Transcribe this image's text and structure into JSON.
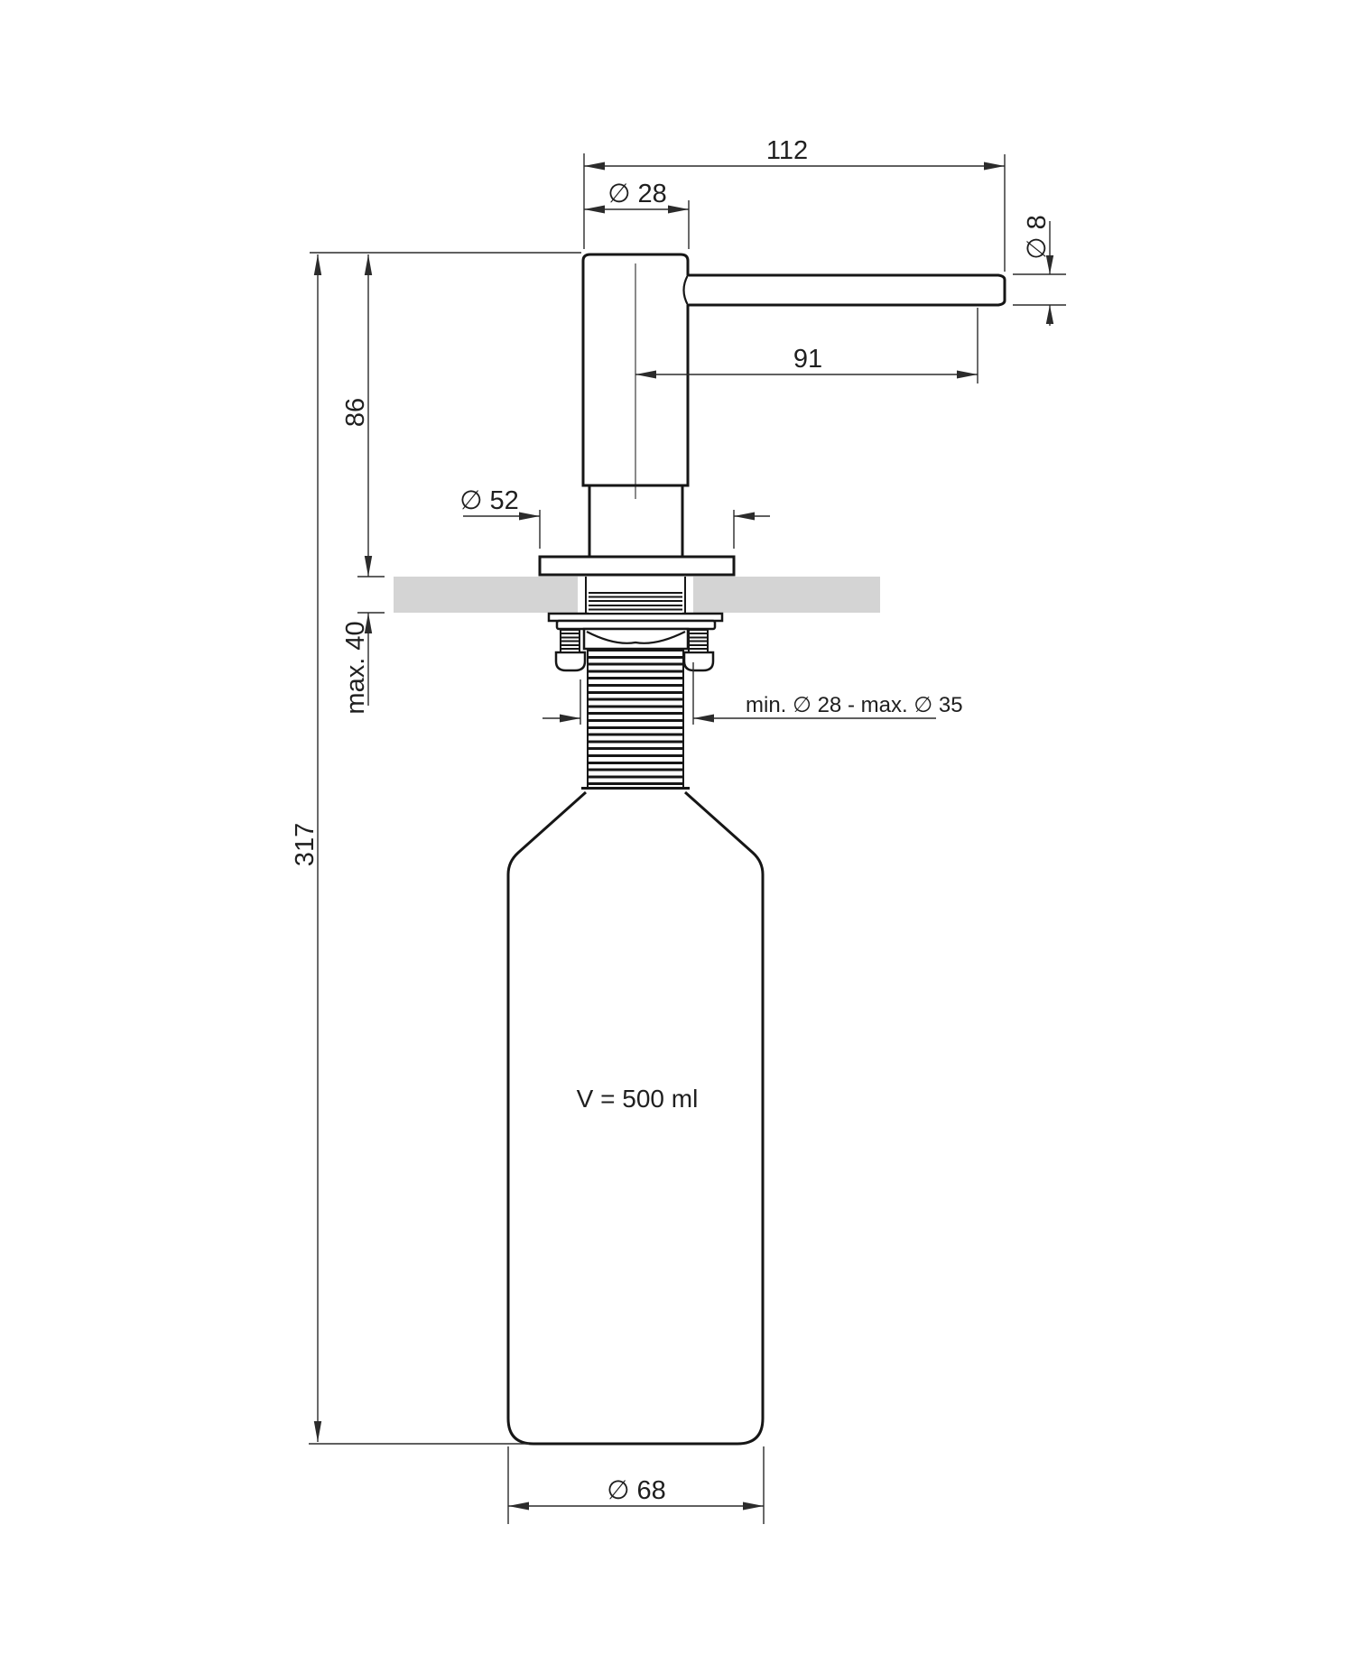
{
  "drawing": {
    "labels": {
      "overall_width": "112",
      "head_diameter": "∅ 28",
      "spout_diameter": "∅ 8",
      "spout_reach": "91",
      "height_above_counter": "86",
      "flange_diameter": "∅ 52",
      "max_counter_thickness": "max. 40",
      "mounting_hole_range": "min. ∅ 28 - max. ∅ 35",
      "overall_height": "317",
      "bottle_volume": "V = 500 ml",
      "bottle_diameter": "∅ 68"
    },
    "colors": {
      "line": "#161616",
      "dimension_line": "#2b2b2b",
      "countertop_fill": "#d4d4d4",
      "background": "#ffffff"
    }
  }
}
